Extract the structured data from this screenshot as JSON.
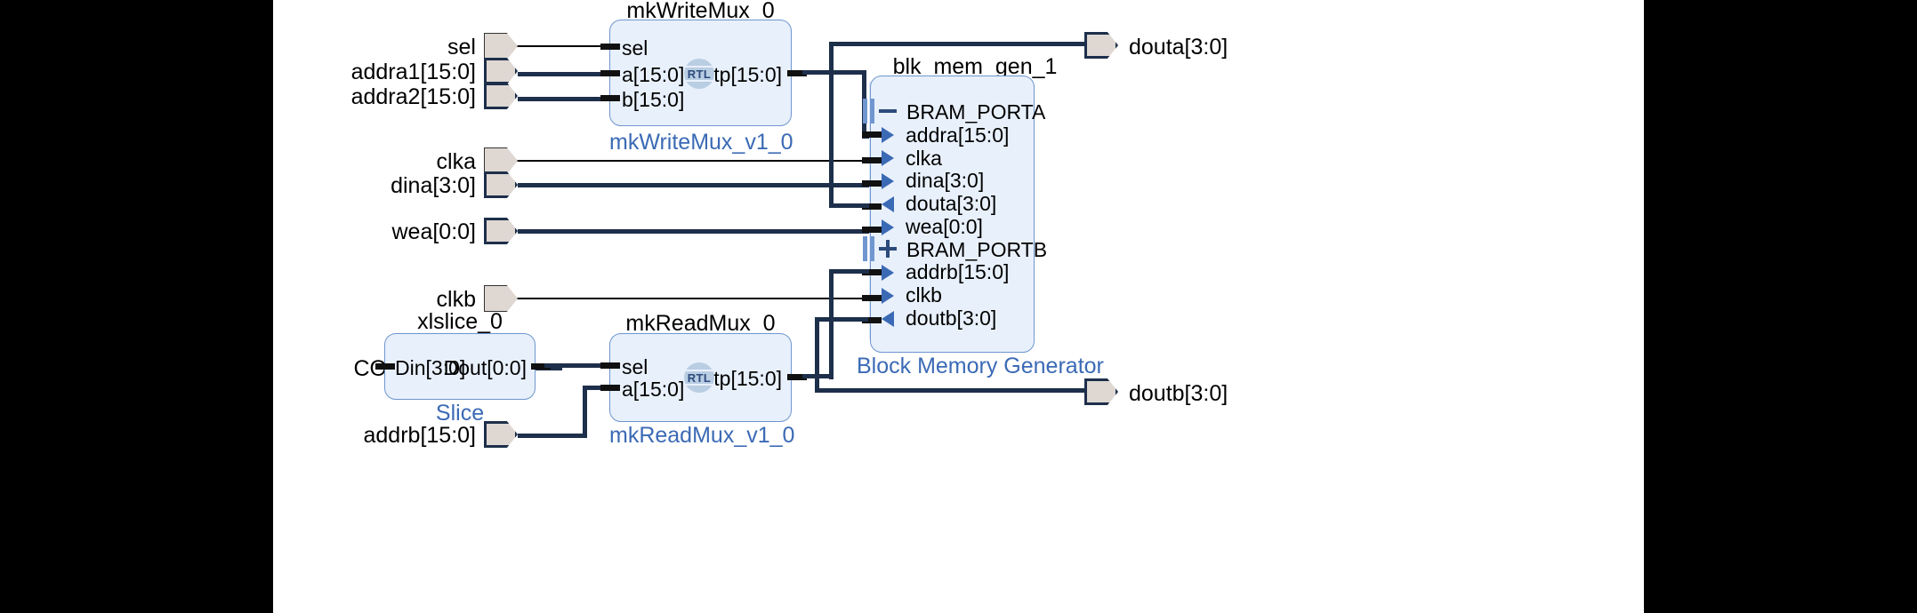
{
  "canvas": {
    "bg": "#ffffff",
    "letterbox": "#000000"
  },
  "colors": {
    "wire": "#1d2f4a",
    "block_fill": "#e8f0fb",
    "block_border": "#6f96cf",
    "sub_label": "#3b6ab5",
    "port_fill": "#ded7d2",
    "rtl_badge": "#b9cde3"
  },
  "inputs": [
    {
      "label": "sel",
      "bus": false
    },
    {
      "label": "addra1[15:0]",
      "bus": true
    },
    {
      "label": "addra2[15:0]",
      "bus": true
    },
    {
      "label": "clka",
      "bus": false
    },
    {
      "label": "dina[3:0]",
      "bus": true
    },
    {
      "label": "wea[0:0]",
      "bus": true
    },
    {
      "label": "clkb",
      "bus": false
    },
    {
      "label": "COUNT[3:0]",
      "bus": true
    },
    {
      "label": "addrb[15:0]",
      "bus": true
    }
  ],
  "outputs": [
    {
      "label": "douta[3:0]",
      "bus": true
    },
    {
      "label": "doutb[3:0]",
      "bus": true
    }
  ],
  "blocks": {
    "write_mux": {
      "name": "mkWriteMux_0",
      "sub": "mkWriteMux_v1_0",
      "badge": "RTL",
      "inputs": [
        "sel",
        "a[15:0]",
        "b[15:0]"
      ],
      "outputs": [
        "outp[15:0]"
      ]
    },
    "bram": {
      "name": "blk_mem_gen_1",
      "sub": "Block Memory Generator",
      "groups": [
        {
          "name": "BRAM_PORTA",
          "expander": "minus-icon"
        },
        {
          "name": "BRAM_PORTB",
          "expander": "plus-icon"
        }
      ],
      "pins": [
        {
          "label": "BRAM_PORTA",
          "kind": "group",
          "expander": "minus"
        },
        {
          "label": "addra[15:0]",
          "kind": "input"
        },
        {
          "label": "clka",
          "kind": "input"
        },
        {
          "label": "dina[3:0]",
          "kind": "input"
        },
        {
          "label": "douta[3:0]",
          "kind": "output"
        },
        {
          "label": "wea[0:0]",
          "kind": "input"
        },
        {
          "label": "BRAM_PORTB",
          "kind": "group",
          "expander": "plus"
        },
        {
          "label": "addrb[15:0]",
          "kind": "input"
        },
        {
          "label": "clkb",
          "kind": "input"
        },
        {
          "label": "doutb[3:0]",
          "kind": "output"
        }
      ]
    },
    "slice": {
      "name": "xlslice_0",
      "sub": "Slice",
      "inputs": [
        "Din[3:0]"
      ],
      "outputs": [
        "Dout[0:0]"
      ]
    },
    "read_mux": {
      "name": "mkReadMux_0",
      "sub": "mkReadMux_v1_0",
      "badge": "RTL",
      "inputs": [
        "sel",
        "a[15:0]"
      ],
      "outputs": [
        "outp[15:0]"
      ]
    }
  }
}
